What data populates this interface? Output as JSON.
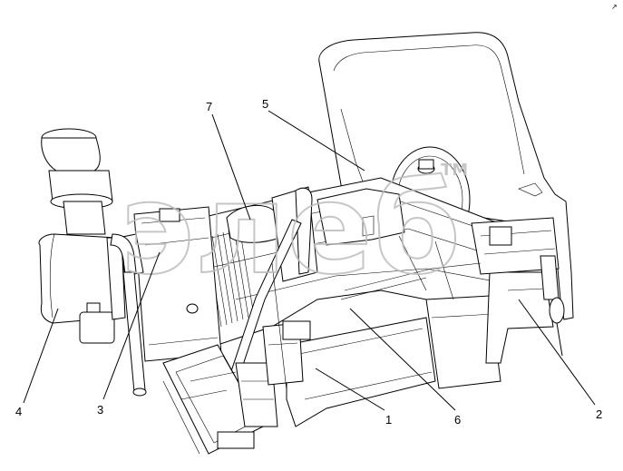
{
  "watermark": {
    "text": "элеб",
    "trademark": "TM"
  },
  "corner_mark": "↗",
  "callouts": [
    {
      "id": "1",
      "label": "1"
    },
    {
      "id": "2",
      "label": "2"
    },
    {
      "id": "3",
      "label": "3"
    },
    {
      "id": "4",
      "label": "4"
    },
    {
      "id": "5",
      "label": "5"
    },
    {
      "id": "6",
      "label": "6"
    },
    {
      "id": "7",
      "label": "7"
    }
  ]
}
